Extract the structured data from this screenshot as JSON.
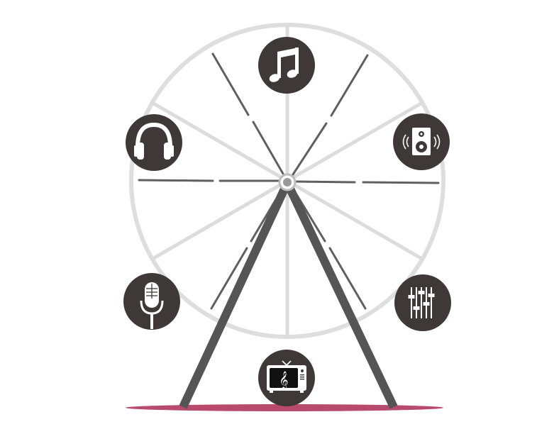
{
  "colors": {
    "background": "#ffffff",
    "rim": "#dedede",
    "spoke_light": "#dcdcdc",
    "spoke_dark": "#606060",
    "hub": "#bdbdbd",
    "legs": "#555555",
    "ground": "#b84a6c",
    "pod": "#3e3836",
    "icon": "#ffffff"
  },
  "pods": [
    {
      "position": "top",
      "icon": "music-note-icon"
    },
    {
      "position": "upper-right",
      "icon": "speaker-icon"
    },
    {
      "position": "lower-right",
      "icon": "equalizer-icon"
    },
    {
      "position": "bottom",
      "icon": "tv-icon"
    },
    {
      "position": "lower-left",
      "icon": "microphone-icon"
    },
    {
      "position": "upper-left",
      "icon": "headphones-icon"
    }
  ]
}
